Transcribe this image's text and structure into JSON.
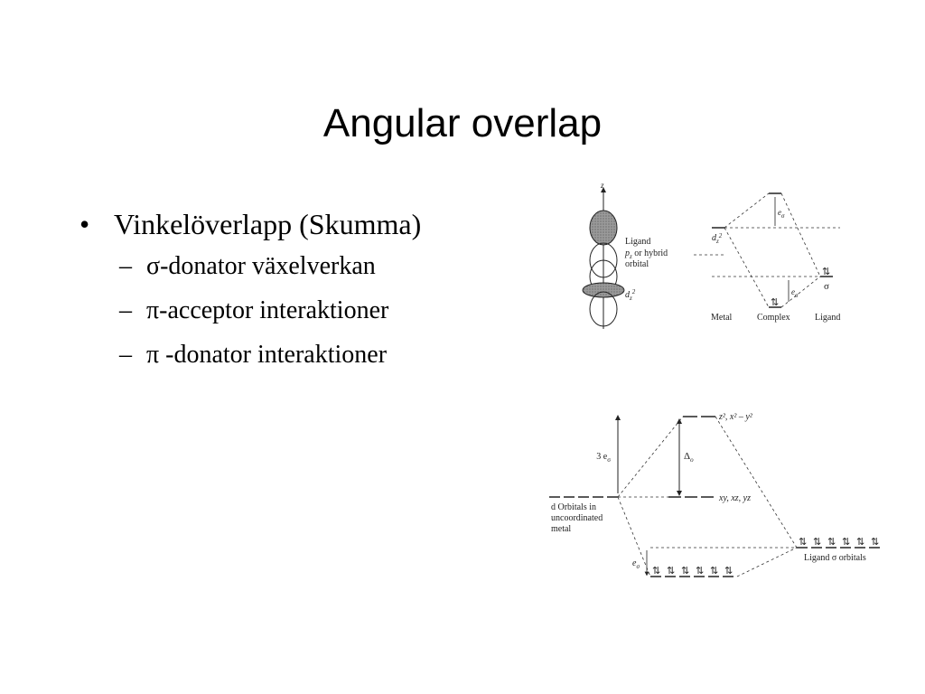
{
  "slide": {
    "title": "Angular overlap",
    "bullet": "Vinkelöverlapp (Skumma)",
    "bullet_marker": "•",
    "sub_marker": "–",
    "sub_items": [
      "σ-donator växelverkan",
      "π-acceptor interaktioner",
      "π -donator interaktioner"
    ]
  },
  "figure_sigma": {
    "axis_label": "z",
    "ligand_label_1": "Ligand",
    "ligand_label_2": "p",
    "ligand_label_2_sub": "z",
    "ligand_label_2_rest": " or hybrid",
    "ligand_label_3": "orbital",
    "dz2_label": "d",
    "dz2_sub": "z",
    "dz2_sup": "2",
    "level_dz2_label": "d",
    "level_dz2_sub": "z",
    "level_dz2_sup": "2",
    "e_sigma": "e",
    "e_sigma_sub": "σ",
    "sigma_label": "σ",
    "electron_pair": "⇅",
    "col_metal": "Metal",
    "col_complex": "Complex",
    "col_ligand": "Ligand"
  },
  "figure_octahedral": {
    "eg_label": "z², x² – y²",
    "t2g_label": "xy, xz, yz",
    "three_e_sigma": "3 e",
    "e_sub": "σ",
    "delta": "Δ",
    "delta_sub": "o",
    "metal_label_1": "d Orbitals in",
    "metal_label_2": "uncoordinated",
    "metal_label_3": "metal",
    "ligand_orbitals": "Ligand σ orbitals",
    "e_sigma_lower": "e",
    "electron_pair": "⇅"
  }
}
